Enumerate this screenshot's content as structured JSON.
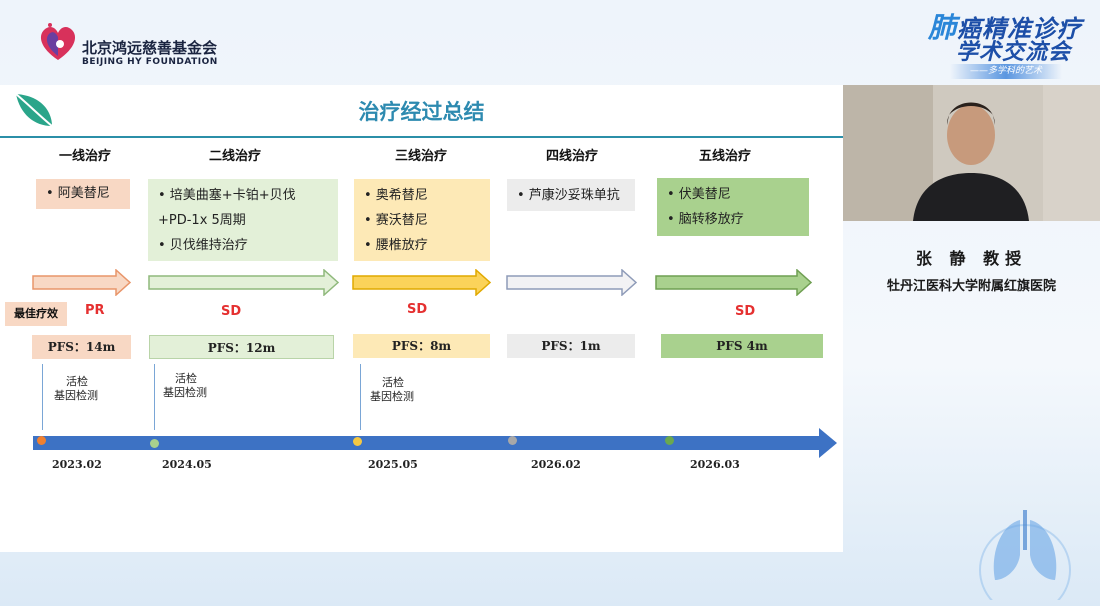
{
  "header": {
    "org_cn": "北京鸿远慈善基金会",
    "org_en": "BEIJING HY FOUNDATION",
    "conf_line1_big": "肺",
    "conf_line1_rest": "癌精准诊疗",
    "conf_line2": "学术交流会",
    "conf_tagline": "——多学科的艺术"
  },
  "slide": {
    "title": "治疗经过总结",
    "best_response_label": "最佳疗效",
    "lines": [
      {
        "head": "一线治疗",
        "items": [
          "• 阿美替尼"
        ],
        "response": "PR",
        "pfs": "PFS：14m",
        "date": "2023.02",
        "notes": [
          "活检",
          "基因检测"
        ]
      },
      {
        "head": "二线治疗",
        "items": [
          "• 培美曲塞+卡铂+贝伐",
          "   +PD-1x 5周期",
          "• 贝伐维持治疗"
        ],
        "response": "SD",
        "pfs": "PFS：12m",
        "date": "2024.05",
        "notes": [
          "活检",
          "基因检测"
        ]
      },
      {
        "head": "三线治疗",
        "items": [
          "• 奥希替尼",
          "• 赛沃替尼",
          "• 腰椎放疗"
        ],
        "response": "SD",
        "pfs": "PFS：8m",
        "date": "2025.05",
        "notes": [
          "活检",
          "基因检测"
        ]
      },
      {
        "head": "四线治疗",
        "items": [
          "• 芦康沙妥珠单抗"
        ],
        "response": "",
        "pfs": "PFS：1m",
        "date": "2026.02",
        "notes": []
      },
      {
        "head": "五线治疗",
        "items": [
          "• 伏美替尼",
          "• 脑转移放疗"
        ],
        "response": "SD",
        "pfs": "PFS 4m",
        "date": "2026.03",
        "notes": []
      }
    ],
    "colors": {
      "line1": "#f8d8c4",
      "line2": "#e3f0d8",
      "line3": "#fde9b6",
      "line4": "#ececec",
      "line5": "#a9d18e",
      "timeline": "#3d72c4",
      "response": "#e53030",
      "title": "#2d8ab0"
    }
  },
  "speaker": {
    "name": "张 静 教授",
    "affiliation": "牡丹江医科大学附属红旗医院"
  }
}
